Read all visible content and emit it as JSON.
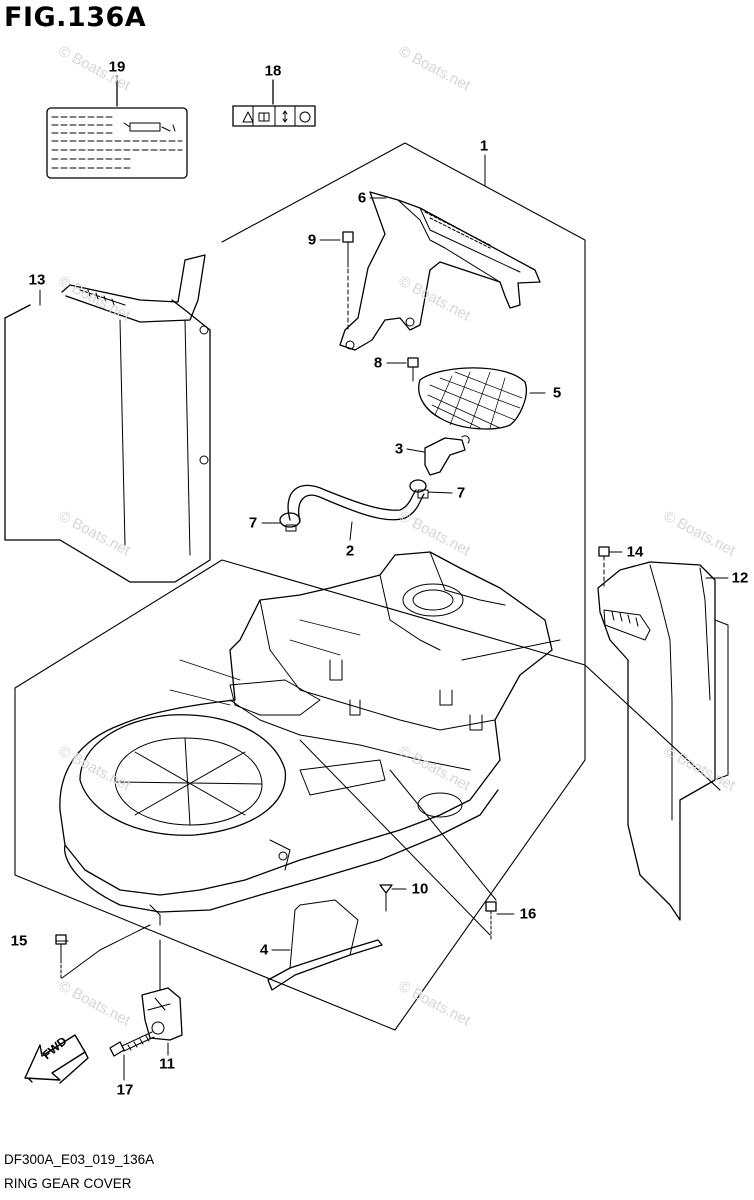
{
  "figure": {
    "title": "FIG.136A",
    "code": "DF300A_E03_019_136A",
    "name": "RING GEAR COVER"
  },
  "watermark": "© Boats.net",
  "direction_label": "FWD",
  "callouts": {
    "c1": "1",
    "c2": "2",
    "c3": "3",
    "c4": "4",
    "c5": "5",
    "c6": "6",
    "c7a": "7",
    "c7b": "7",
    "c8": "8",
    "c9": "9",
    "c10": "10",
    "c11": "11",
    "c12": "12",
    "c13": "13",
    "c14": "14",
    "c15": "15",
    "c16": "16",
    "c17": "17",
    "c18": "18",
    "c19": "19"
  }
}
